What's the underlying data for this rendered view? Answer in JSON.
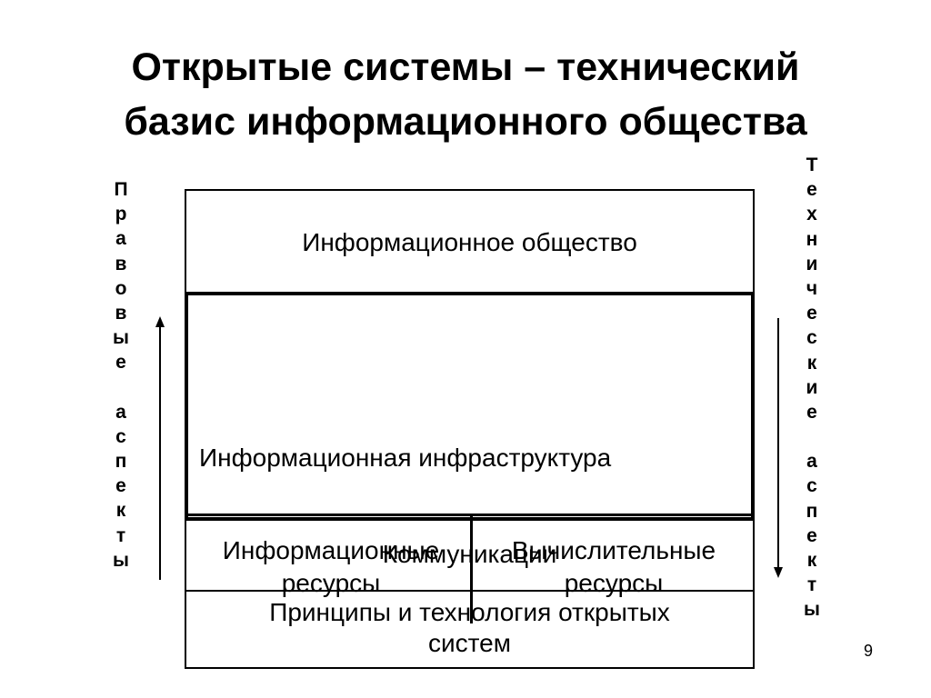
{
  "title": {
    "line1": "Открытые системы – технический",
    "line2": "базис информационного общества"
  },
  "left_label": {
    "word1": [
      "П",
      "р",
      "а",
      "в",
      "о",
      "в",
      "ы",
      "е"
    ],
    "word2": [
      "а",
      "с",
      "п",
      "е",
      "к",
      "т",
      "ы"
    ]
  },
  "right_label": {
    "word1": [
      "Т",
      "е",
      "х",
      "н",
      "и",
      "ч",
      "е",
      "с",
      "к",
      "и",
      "е"
    ],
    "word2": [
      "а",
      "с",
      "п",
      "е",
      "к",
      "т",
      "ы"
    ]
  },
  "layers": {
    "society": "Информационное общество",
    "infrastructure": "Информационная инфраструктура",
    "info_resources": [
      "Информационные",
      "ресурсы"
    ],
    "compute_resources": [
      "Вычислительные",
      "ресурсы"
    ],
    "communications": "Коммуникации",
    "principles": [
      "Принципы и технология открытых",
      "систем"
    ]
  },
  "page_number": "9"
}
